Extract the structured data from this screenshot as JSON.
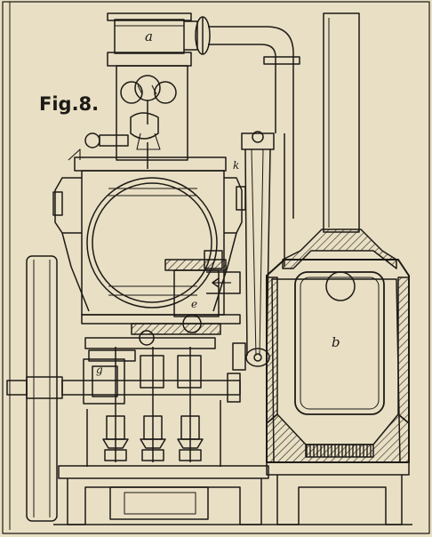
{
  "figure": {
    "title": "Fig.8."
  },
  "labels": {
    "a": "a",
    "b": "b",
    "e": "e",
    "g": "g",
    "k": "k"
  },
  "colors": {
    "paper": "#e9dfc4",
    "ink": "#1c1a16"
  }
}
